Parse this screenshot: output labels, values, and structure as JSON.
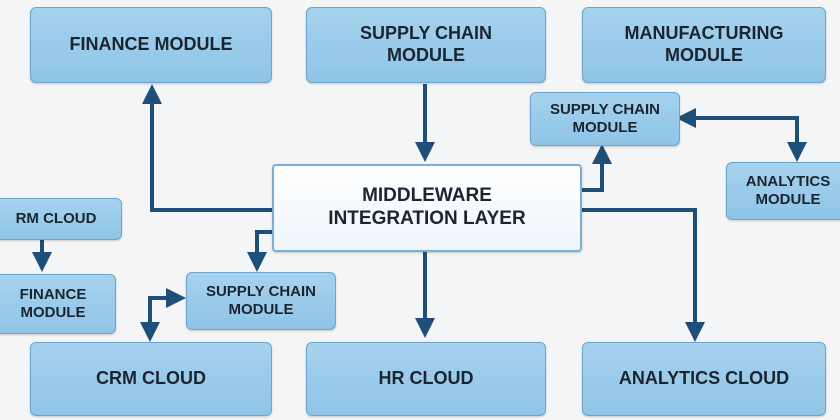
{
  "nodes": {
    "finance_top": "FINANCE MODULE",
    "supply_top": "SUPPLY CHAIN\nMODULE",
    "manufacturing": "MANUFACTURING\nMODULE",
    "supply_right": "SUPPLY CHAIN\nMODULE",
    "analytics_right": "ANALYTICS\nMODULE",
    "middleware": "MIDDLEWARE\nINTEGRATION LAYER",
    "crm_left": "RM CLOUD",
    "finance_left": "FINANCE\nMODULE",
    "supply_mid": "SUPPLY CHAIN\nMODULE",
    "crm_bottom": "CRM CLOUD",
    "hr_bottom": "HR CLOUD",
    "analytics_bottom": "ANALYTICS CLOUD"
  },
  "colors": {
    "box_fill": "#96c8ea",
    "box_border": "#6fa4cc",
    "center_fill": "#ffffff",
    "arrow": "#1d4f79"
  }
}
